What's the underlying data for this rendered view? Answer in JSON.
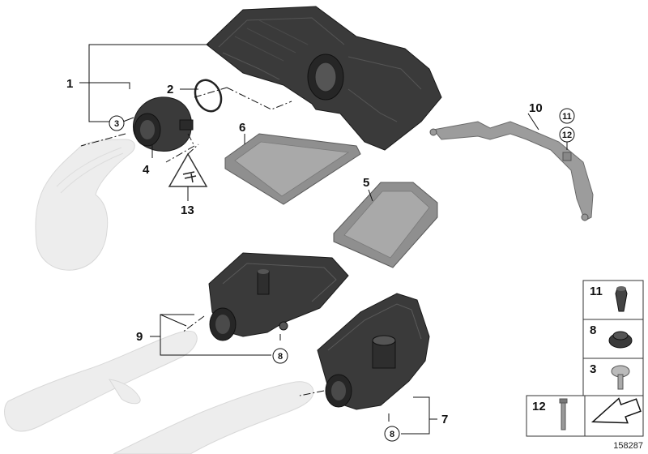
{
  "callouts": {
    "c1": "1",
    "c2": "2",
    "c3": "3",
    "c4": "4",
    "c5": "5",
    "c6": "6",
    "c7": "7",
    "c8a": "8",
    "c8b": "8",
    "c9": "9",
    "c10": "10",
    "c11": "11",
    "c12": "12",
    "c13": "13"
  },
  "legend": {
    "row1": "11",
    "row2": "8",
    "row3": "3",
    "row4": "12"
  },
  "figure_id": "158287",
  "icons": {
    "warning": "electrical-plug-warning-icon",
    "arrow": "direction-arrow-icon"
  }
}
